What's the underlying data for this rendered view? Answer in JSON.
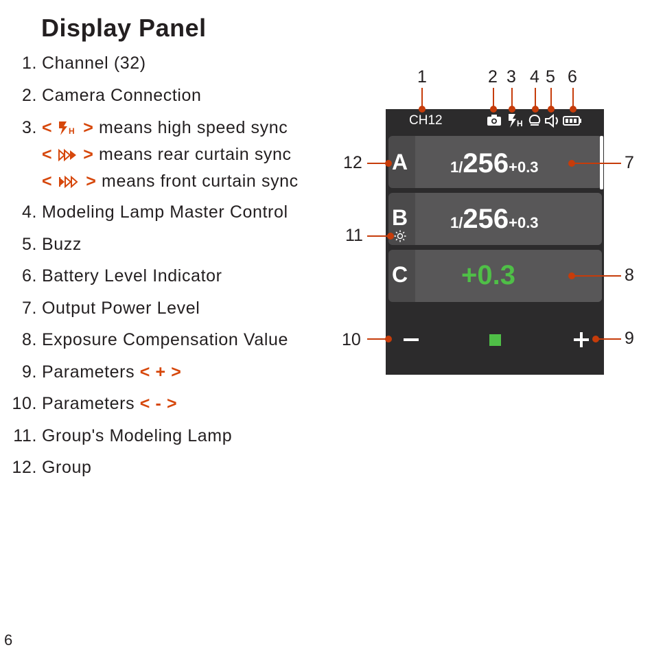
{
  "title": "Display Panel",
  "items": [
    {
      "num": "1.",
      "text": "Channel (32)"
    },
    {
      "num": "2.",
      "text": "Camera Connection"
    },
    {
      "num": "3.",
      "pre": "<",
      "post": ">",
      "text": "means high speed sync"
    },
    {
      "num": "",
      "pre": "<",
      "post": ">",
      "text": "means rear curtain sync"
    },
    {
      "num": "",
      "pre": "<",
      "post": ">",
      "text": "means front curtain sync"
    },
    {
      "num": "4.",
      "text": "Modeling Lamp Master Control"
    },
    {
      "num": "5.",
      "text": "Buzz"
    },
    {
      "num": "6.",
      "text": "Battery Level Indicator"
    },
    {
      "num": "7.",
      "text": "Output Power Level"
    },
    {
      "num": "8.",
      "text": "Exposure Compensation Value"
    },
    {
      "num": "9.",
      "text": "Parameters",
      "suffix": "< + >"
    },
    {
      "num": "10.",
      "text": "Parameters",
      "suffix": "< - >"
    },
    {
      "num": "11.",
      "text": "Group's Modeling Lamp"
    },
    {
      "num": "12.",
      "text": "Group"
    }
  ],
  "panel": {
    "channel": "CH12",
    "icons": [
      "camera-icon",
      "high-speed-sync-icon",
      "modeling-lamp-icon",
      "speaker-icon",
      "battery-icon"
    ],
    "hss_subscript": "H",
    "groups": [
      {
        "letter": "A",
        "prefix": "1/",
        "power": "256",
        "ev": "+0.3"
      },
      {
        "letter": "B",
        "prefix": "1/",
        "power": "256",
        "ev": "+0.3"
      },
      {
        "letter": "C",
        "ev_only": "+0.3"
      }
    ],
    "accent_green": "#4fbf47"
  },
  "callouts": {
    "top": [
      "1",
      "2",
      "3",
      "4",
      "5",
      "6"
    ],
    "right": [
      "7",
      "8",
      "9"
    ],
    "left": [
      "12",
      "11",
      "10"
    ]
  },
  "page_number": "6",
  "colors": {
    "accent_orange": "#d6470b",
    "callout_red": "#c63c0a"
  }
}
